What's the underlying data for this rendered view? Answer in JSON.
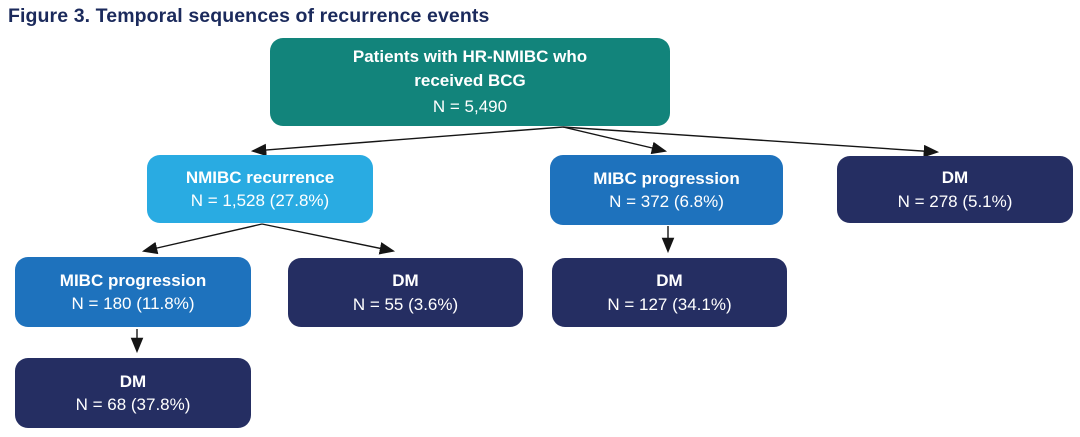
{
  "title": "Figure 3. Temporal sequences of recurrence events",
  "colors": {
    "teal": "#12847B",
    "light_blue": "#29ABE2",
    "medium_blue": "#1E72BD",
    "navy": "#252E62",
    "title_text": "#1B2A5C",
    "arrow": "#151515",
    "background": "#FFFFFF"
  },
  "nodes": {
    "root": {
      "label": "Patients with HR-NMIBC who received BCG",
      "value": "N = 5,490",
      "color": "#12847B"
    },
    "nmibc_recurrence": {
      "label": "NMIBC recurrence",
      "value": "N = 1,528 (27.8%)",
      "color": "#29ABE2"
    },
    "mibc_progression_after_root": {
      "label": "MIBC progression",
      "value": "N = 372 (6.8%)",
      "color": "#1E72BD"
    },
    "dm_after_root": {
      "label": "DM",
      "value": "N = 278 (5.1%)",
      "color": "#252E62"
    },
    "mibc_progression_after_recurrence": {
      "label": "MIBC progression",
      "value": "N = 180 (11.8%)",
      "color": "#1E72BD"
    },
    "dm_after_recurrence": {
      "label": "DM",
      "value": "N = 55 (3.6%)",
      "color": "#252E62"
    },
    "dm_after_progression": {
      "label": "DM",
      "value": "N = 127 (34.1%)",
      "color": "#252E62"
    },
    "dm_after_recurrence_progression": {
      "label": "DM",
      "value": "N = 68 (37.8%)",
      "color": "#252E62"
    }
  },
  "edges": [
    {
      "from": "root",
      "to": "nmibc_recurrence"
    },
    {
      "from": "root",
      "to": "mibc_progression_after_root"
    },
    {
      "from": "root",
      "to": "dm_after_root"
    },
    {
      "from": "nmibc_recurrence",
      "to": "mibc_progression_after_recurrence"
    },
    {
      "from": "nmibc_recurrence",
      "to": "dm_after_recurrence"
    },
    {
      "from": "mibc_progression_after_root",
      "to": "dm_after_progression"
    },
    {
      "from": "mibc_progression_after_recurrence",
      "to": "dm_after_recurrence_progression"
    }
  ]
}
